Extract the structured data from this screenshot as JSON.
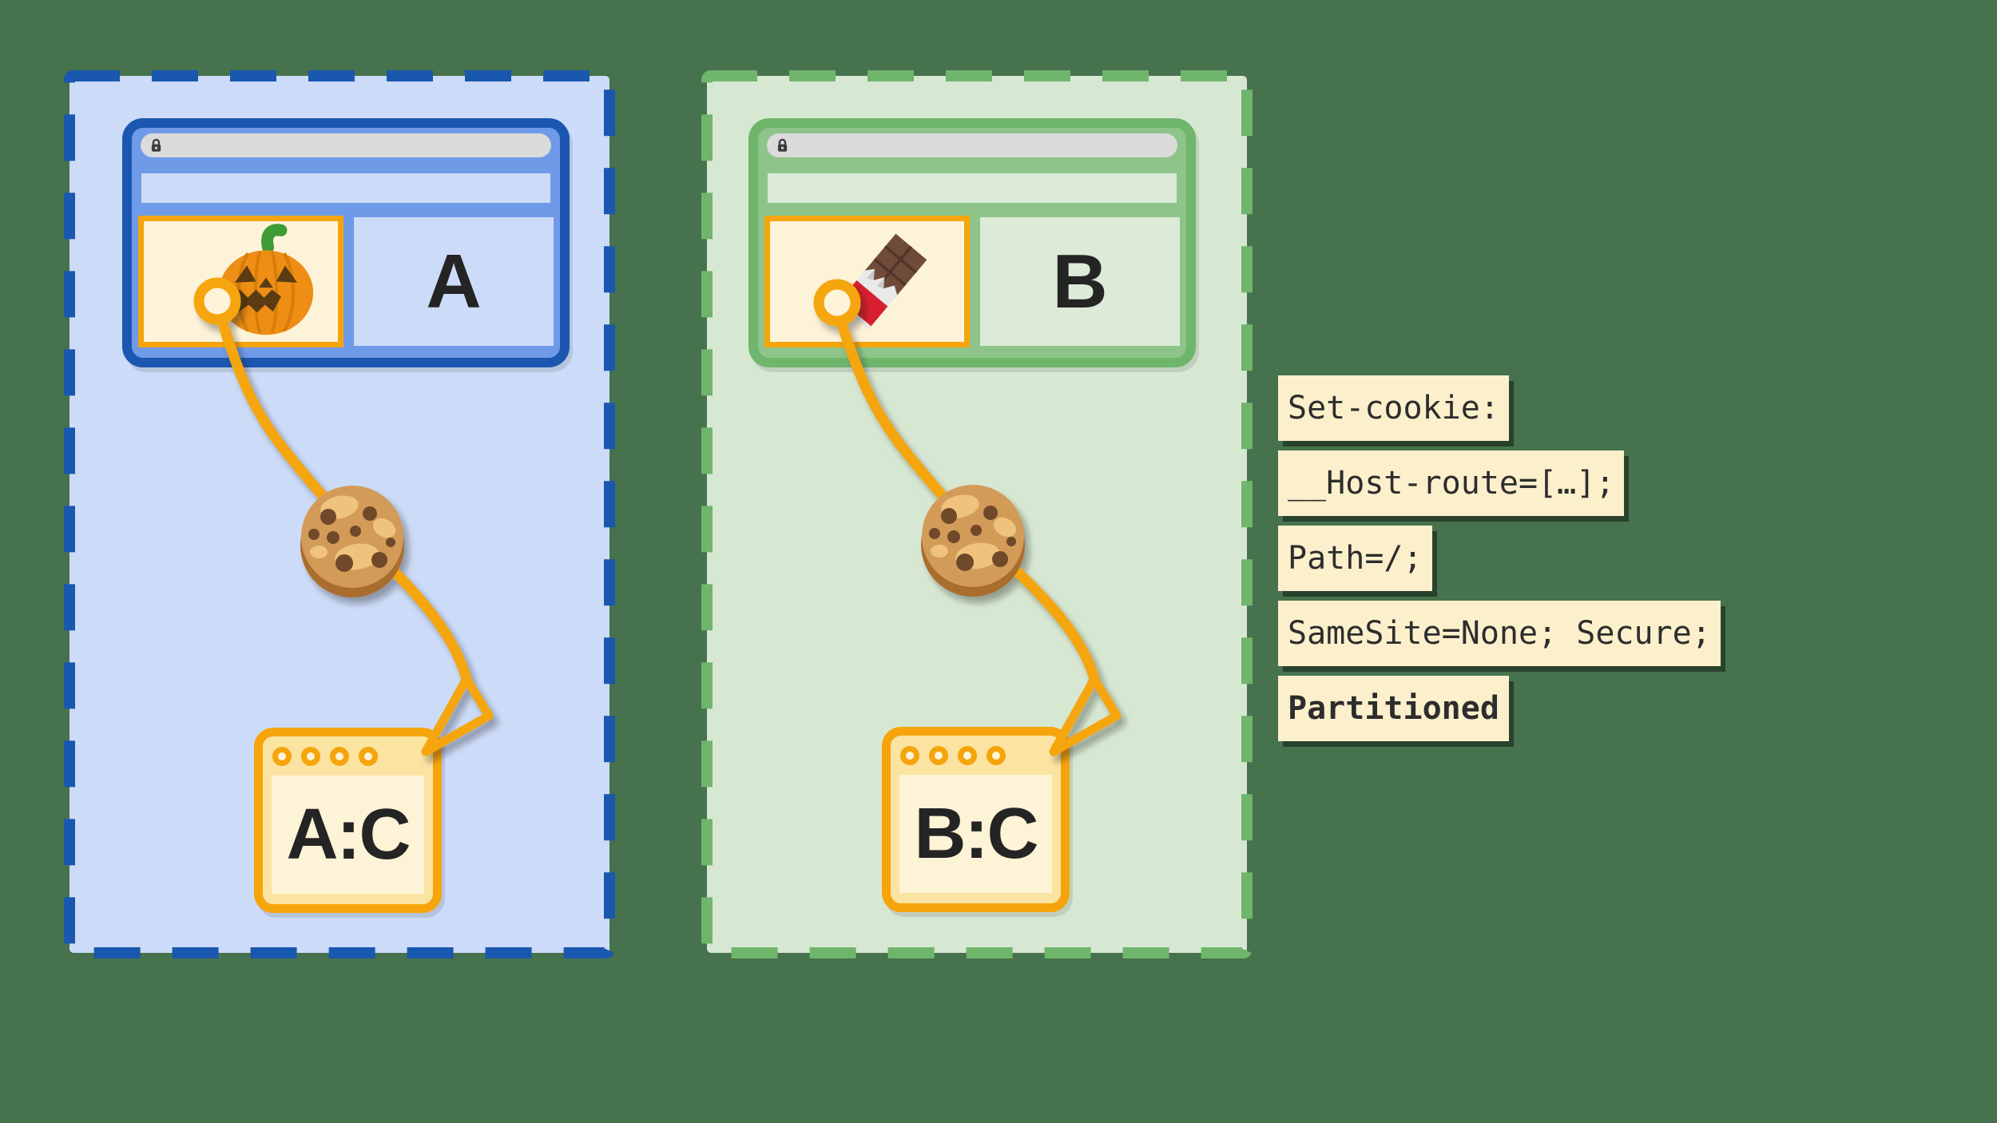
{
  "canvas": {
    "background": "#46724D"
  },
  "sites": [
    {
      "id": "A",
      "letter": "A",
      "partition_key": "A:C",
      "iframe_icon": "jack-o-lantern",
      "cookie_icon": "cookie",
      "theme": {
        "border": "#1B57B0",
        "fill": "#CCDBF7",
        "chrome": "#6F9AE8"
      }
    },
    {
      "id": "B",
      "letter": "B",
      "partition_key": "B:C",
      "iframe_icon": "chocolate-bar",
      "cookie_icon": "cookie",
      "theme": {
        "border": "#6FB56C",
        "fill": "#D7E8D2",
        "chrome": "#8EC48A"
      }
    }
  ],
  "code": {
    "lines": [
      {
        "text": "Set-cookie:",
        "bold": false
      },
      {
        "text": "__Host-route=[…];",
        "bold": false
      },
      {
        "text": "Path=/;",
        "bold": false
      },
      {
        "text": "SameSite=None; Secure;",
        "bold": false
      },
      {
        "text": "Partitioned",
        "bold": true
      }
    ],
    "highlight_color": "#FCF0CC",
    "text_color": "#2D2D2D"
  },
  "accent": {
    "orange": "#F5A50B",
    "cream": "#FDF3D8"
  }
}
